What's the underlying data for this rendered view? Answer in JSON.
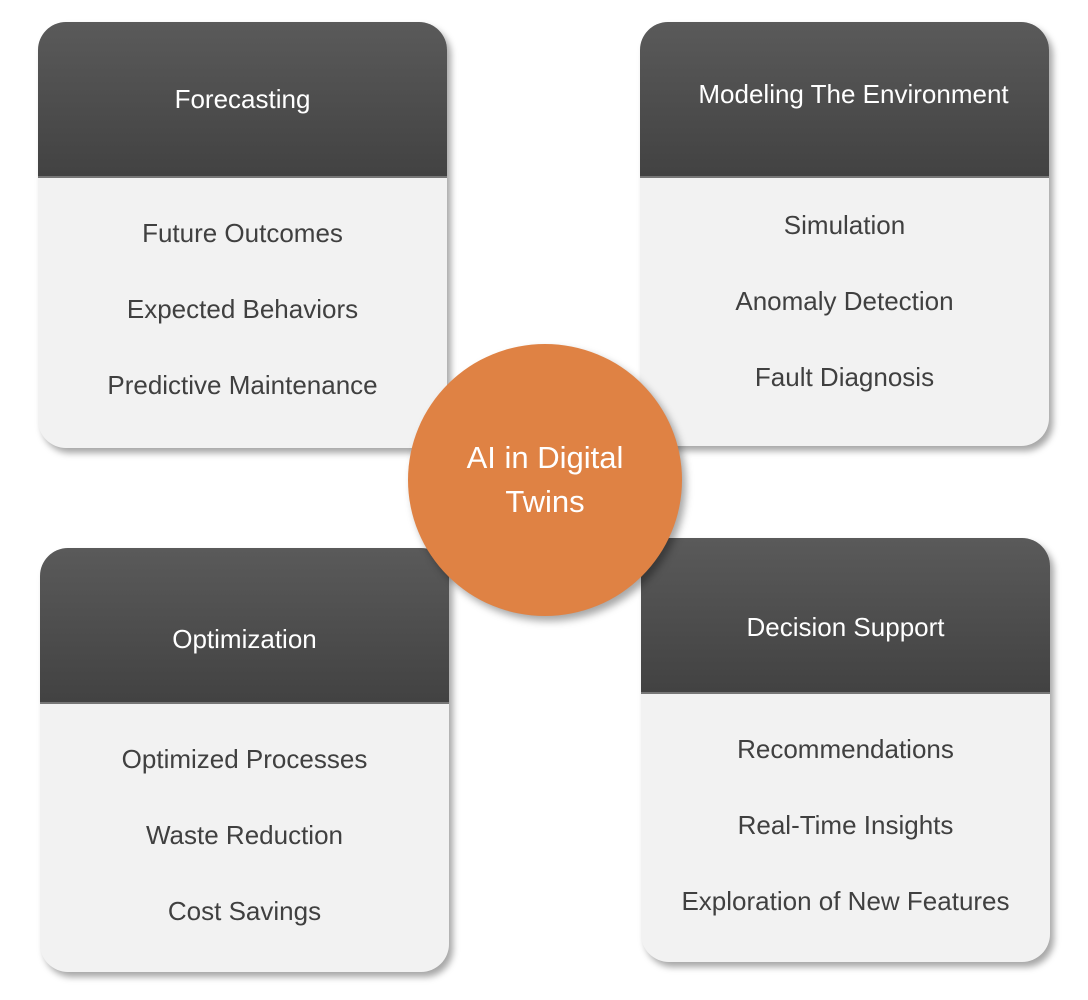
{
  "center": {
    "line1": "AI in Digital",
    "line2": "Twins",
    "color": "#df8244"
  },
  "cards": [
    {
      "title": "Forecasting",
      "items": [
        "Future Outcomes",
        "Expected Behaviors",
        "Predictive Maintenance"
      ]
    },
    {
      "title": "Modeling The Environment",
      "items": [
        "Simulation",
        "Anomaly Detection",
        "Fault Diagnosis"
      ]
    },
    {
      "title": "Optimization",
      "items": [
        "Optimized Processes",
        "Waste Reduction",
        "Cost Savings"
      ]
    },
    {
      "title": "Decision Support",
      "items": [
        "Recommendations",
        "Real-Time Insights",
        "Exploration of New Features"
      ]
    }
  ]
}
